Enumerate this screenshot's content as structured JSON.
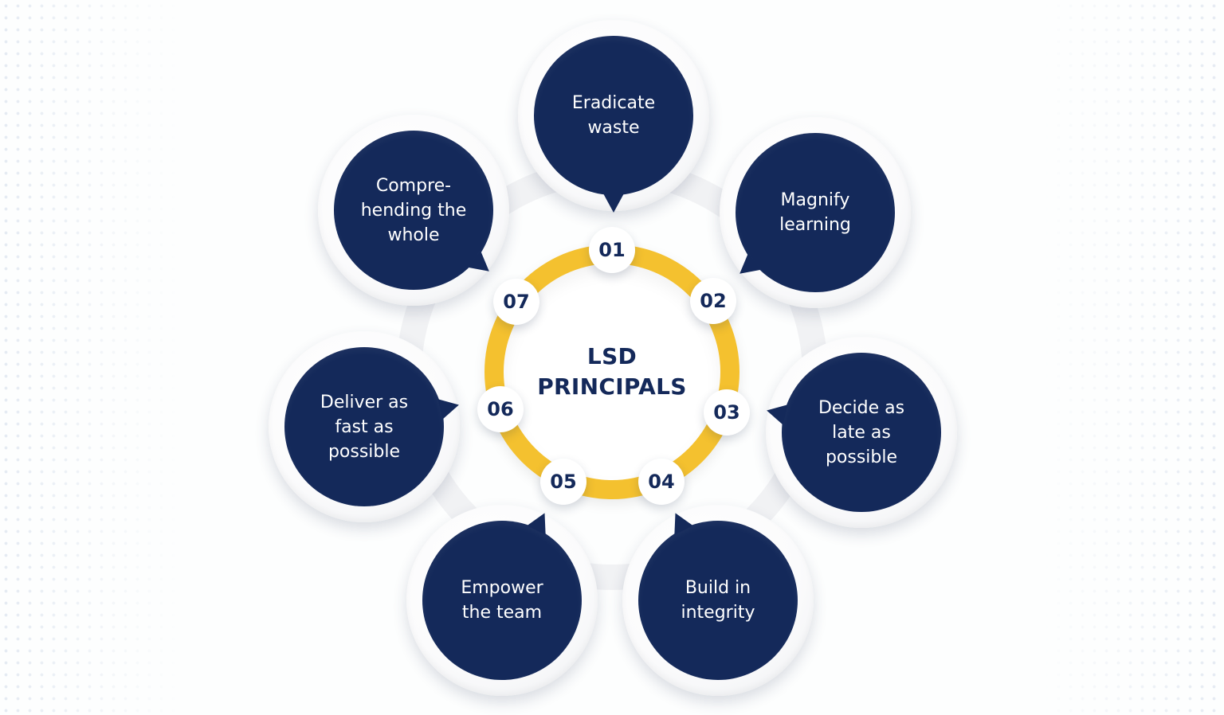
{
  "colors": {
    "navy": "#14295a",
    "gold": "#f4c12f",
    "white": "#ffffff"
  },
  "center": {
    "title": "LSD\nPRINCIPALS"
  },
  "principles": [
    {
      "number": "01",
      "label": "Eradicate\nwaste"
    },
    {
      "number": "02",
      "label": "Magnify\nlearning"
    },
    {
      "number": "03",
      "label": "Decide as\nlate as\npossible"
    },
    {
      "number": "04",
      "label": "Build in\nintegrity"
    },
    {
      "number": "05",
      "label": "Empower\nthe team"
    },
    {
      "number": "06",
      "label": "Deliver as\nfast as\npossible"
    },
    {
      "number": "07",
      "label": "Compre-\nhending the\nwhole"
    }
  ]
}
